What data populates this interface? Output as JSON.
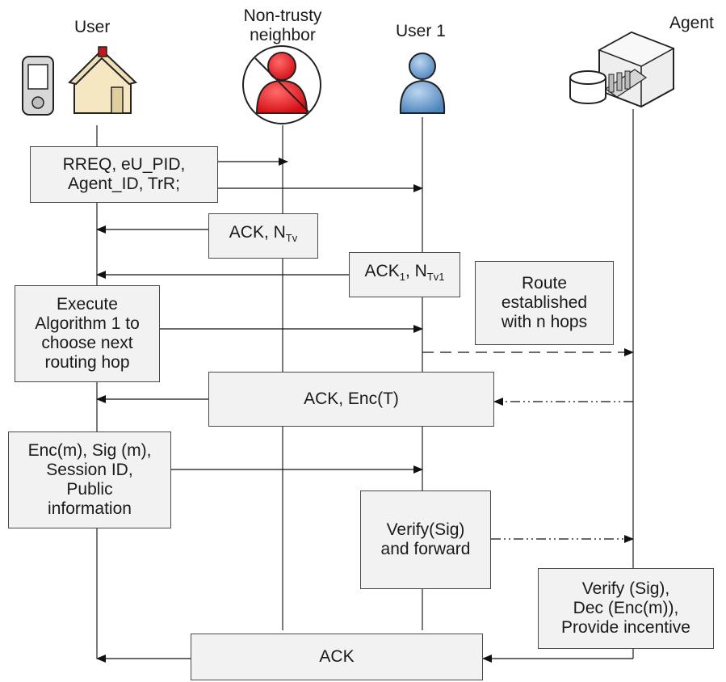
{
  "actors": {
    "user": "User",
    "neighbor_line1": "Non-trusty",
    "neighbor_line2": "neighbor",
    "user1": "User 1",
    "agent": "Agent"
  },
  "messages": {
    "rreq": [
      "RREQ, eU_PID,",
      "Agent_ID, TrR;"
    ],
    "ack_ntv": {
      "main": "ACK, N",
      "sub": "Tv"
    },
    "ack1_ntv1": {
      "main1": "ACK",
      "sub1": "1",
      "main2": ", N",
      "sub2": "Tv1"
    },
    "execute": [
      "Execute",
      "Algorithm 1 to",
      "choose next",
      "routing hop"
    ],
    "route": [
      "Route",
      "established",
      "with n hops"
    ],
    "ack_enc": "ACK, Enc(T)",
    "enc_m": [
      "Enc(m), Sig (m),",
      "Session ID,",
      "Public",
      "information"
    ],
    "verify_forward": [
      "Verify(Sig)",
      "and forward"
    ],
    "agent_verify": [
      "Verify (Sig),",
      "Dec (Enc(m)),",
      "Provide incentive"
    ],
    "ack_final": "ACK"
  },
  "icons": [
    "pda-icon",
    "house-icon",
    "blocked-person-icon",
    "person-icon",
    "server-database-icon"
  ],
  "colors": {
    "box_fill": "#f2f2f2",
    "neighbor_red": "#e8141b",
    "user1_blue": "#6fa0cf"
  }
}
